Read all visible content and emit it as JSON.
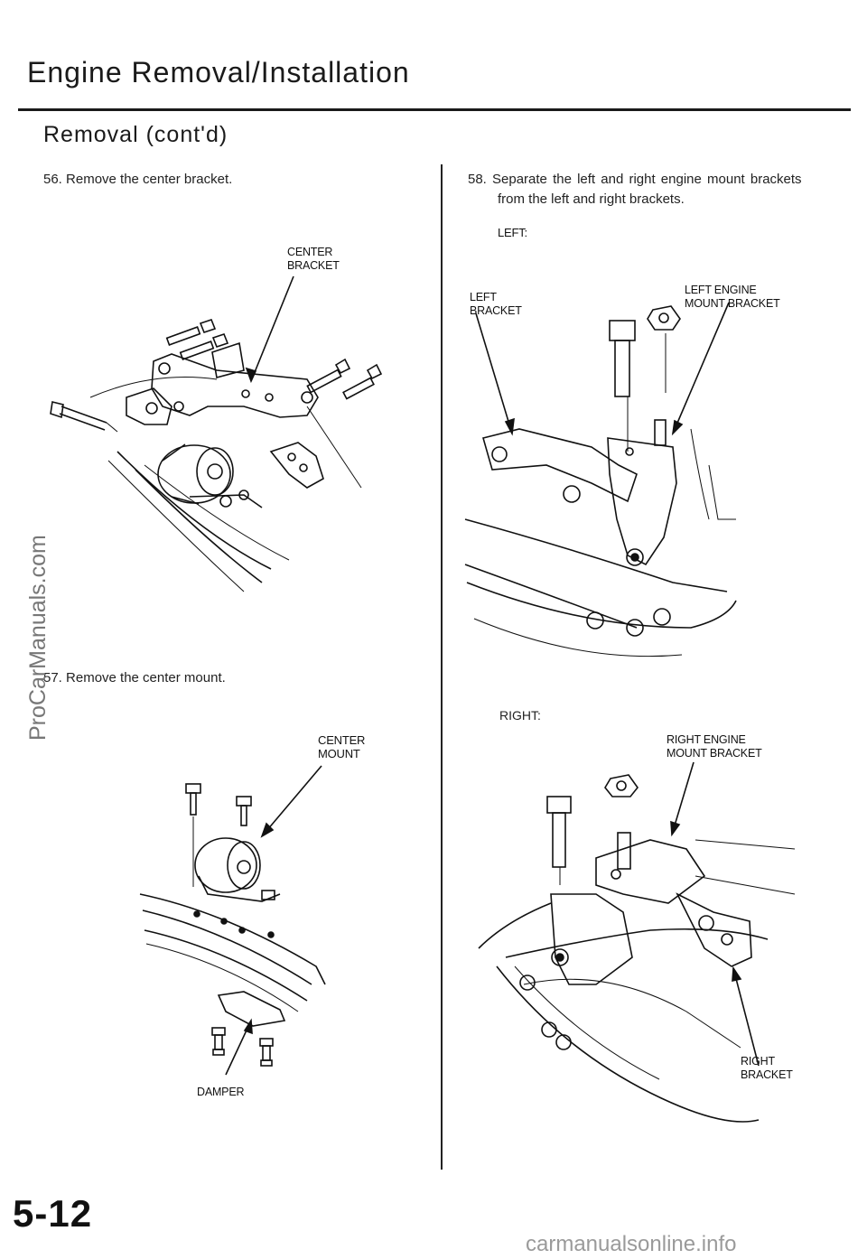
{
  "header": {
    "title": "Engine Removal/Installation",
    "subtitle": "Removal (cont'd)"
  },
  "left_column": {
    "step56": "56.  Remove the center bracket.",
    "fig1_label_line1": "CENTER",
    "fig1_label_line2": "BRACKET",
    "step57": "57.  Remove the center mount.",
    "fig2_label_center_line1": "CENTER",
    "fig2_label_center_line2": "MOUNT",
    "fig2_label_damper": "DAMPER"
  },
  "right_column": {
    "step58_line1": "58.  Separate the left and right engine mount brackets",
    "step58_line2": "from the left and right brackets.",
    "left_heading": "LEFT:",
    "left_bracket_line1": "LEFT",
    "left_bracket_line2": "BRACKET",
    "left_engine_line1": "LEFT ENGINE",
    "left_engine_line2": "MOUNT BRACKET",
    "right_heading": "RIGHT:",
    "right_engine_line1": "RIGHT ENGINE",
    "right_engine_line2": "MOUNT BRACKET",
    "right_bracket_line1": "RIGHT",
    "right_bracket_line2": "BRACKET"
  },
  "footer": {
    "page_number": "5-12",
    "side_watermark": "ProCarManuals.com",
    "bottom_watermark": "carmanualsonline.info"
  }
}
